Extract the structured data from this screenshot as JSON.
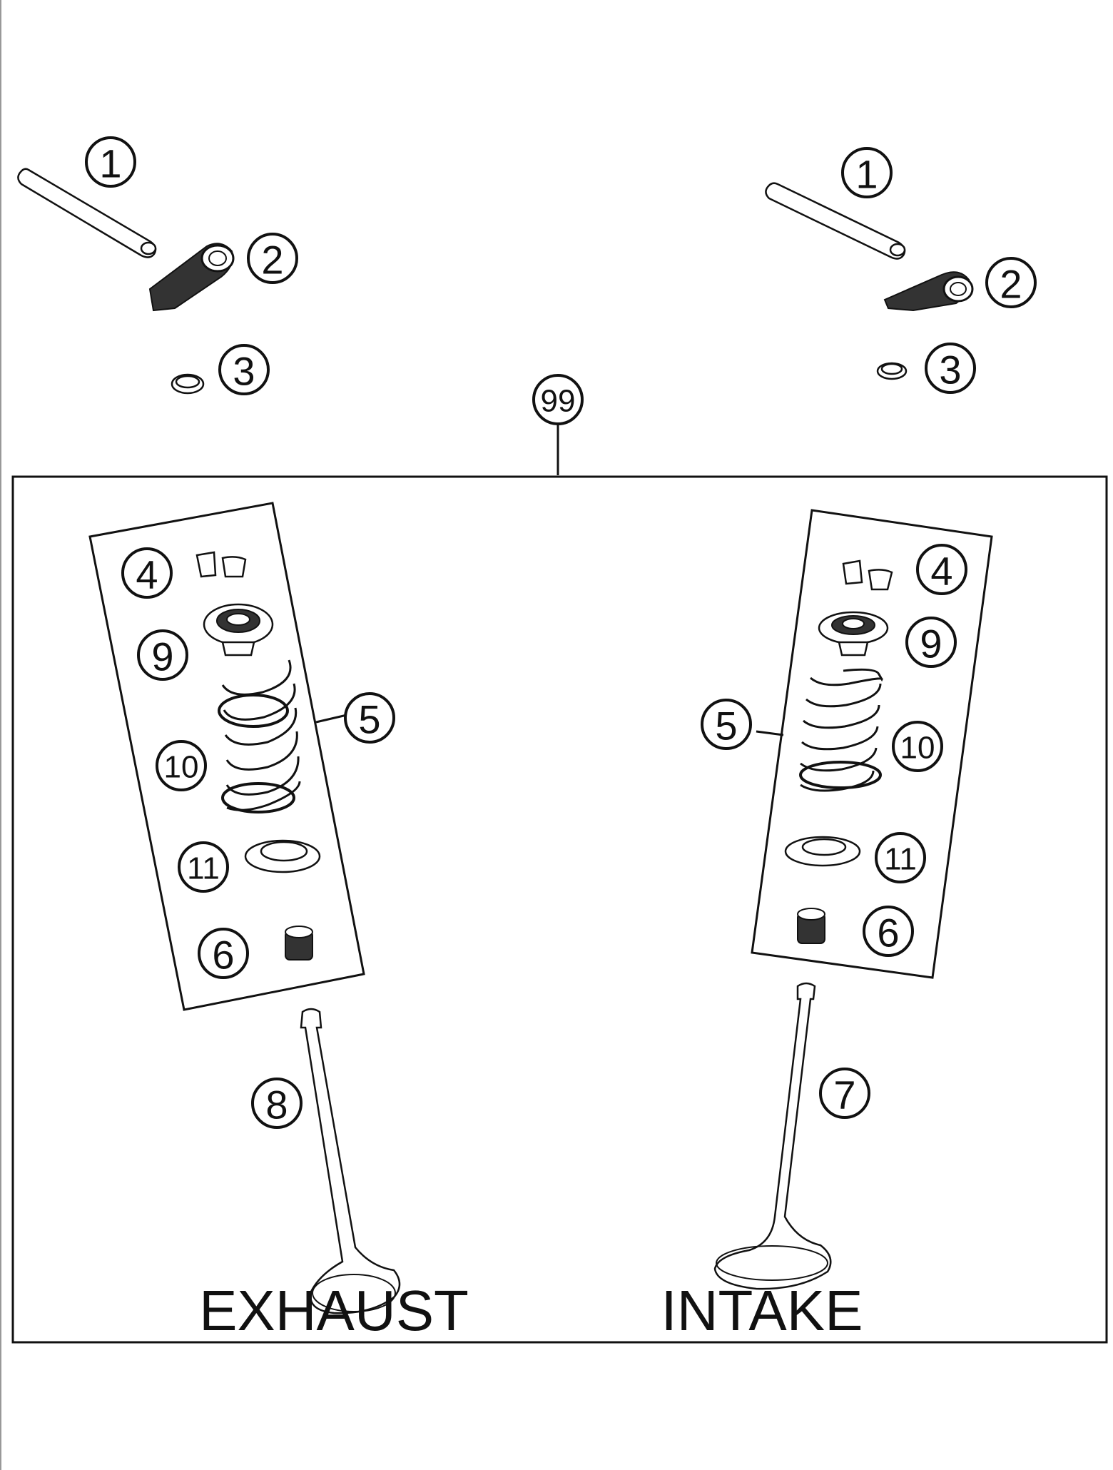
{
  "callouts": {
    "ex_shaft": "1",
    "ex_rocker": "2",
    "ex_shim": "3",
    "in_shaft": "1",
    "in_rocker": "2",
    "in_shim": "3",
    "assembly": "99",
    "ex_keeper": "4",
    "ex_retainer": "9",
    "ex_spring": "10",
    "ex_seat": "11",
    "ex_seal": "6",
    "ex_kit": "5",
    "ex_valve": "8",
    "in_keeper": "4",
    "in_retainer": "9",
    "in_spring": "10",
    "in_seat": "11",
    "in_seal": "6",
    "in_kit": "5",
    "in_valve": "7"
  },
  "labels": {
    "exhaust": "EXHAUST",
    "intake": "INTAKE"
  },
  "colors": {
    "line": "#111111",
    "background": "#ffffff"
  }
}
